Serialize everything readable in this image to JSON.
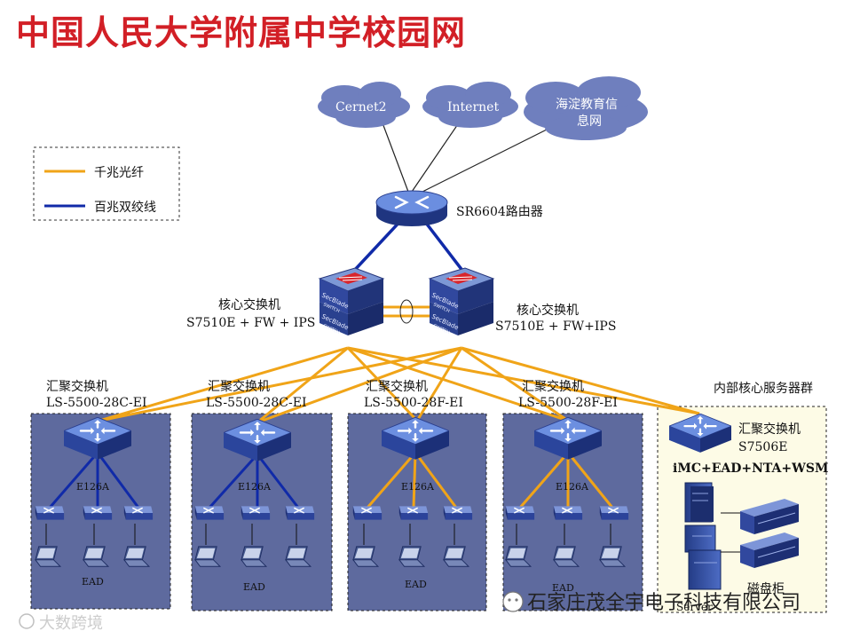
{
  "title": "中国人民大学附属中学校园网",
  "legend": {
    "gigabit_fiber": "千兆光纤",
    "fast_ethernet": "百兆双绞线"
  },
  "colors": {
    "fiber": "#f0a418",
    "twisted_pair": "#102aa8",
    "title": "#d21f26",
    "cloud": "#6f7fbe",
    "zone": "#5e6a9e"
  },
  "clouds": [
    "Cernet2",
    "Internet",
    "海淀教育信",
    "息网"
  ],
  "router": {
    "label": "SR6604路由器"
  },
  "core": {
    "left": {
      "name": "核心交换机",
      "model": "S7510E + FW + IPS"
    },
    "right": {
      "name": "核心交换机",
      "model": "S7510E + FW+IPS"
    },
    "blade_text": "SecBlade",
    "blade_sub": "SWITCH"
  },
  "aggregation": [
    {
      "name": "汇聚交换机",
      "model": "LS-5500-28C-EI",
      "access_label": "E126A",
      "client_label": "EAD"
    },
    {
      "name": "汇聚交换机",
      "model": "LS-5500-28C-EI",
      "access_label": "E126A",
      "client_label": "EAD"
    },
    {
      "name": "汇聚交换机",
      "model": "LS-5500-28F-EI",
      "access_label": "E126A",
      "client_label": "EAD"
    },
    {
      "name": "汇聚交换机",
      "model": "LS-5500-28F-EI",
      "access_label": "E126A",
      "client_label": "EAD"
    }
  ],
  "server_zone": {
    "title": "内部核心服务器群",
    "switch_name": "汇聚交换机",
    "switch_model": "S7506E",
    "services": "iMC+EAD+NTA+WSM",
    "server_label": "Server",
    "storage_label": "磁盘柜"
  },
  "watermarks": {
    "company": "石家庄茂全宇电子科技有限公司",
    "brand": "大数跨境"
  }
}
